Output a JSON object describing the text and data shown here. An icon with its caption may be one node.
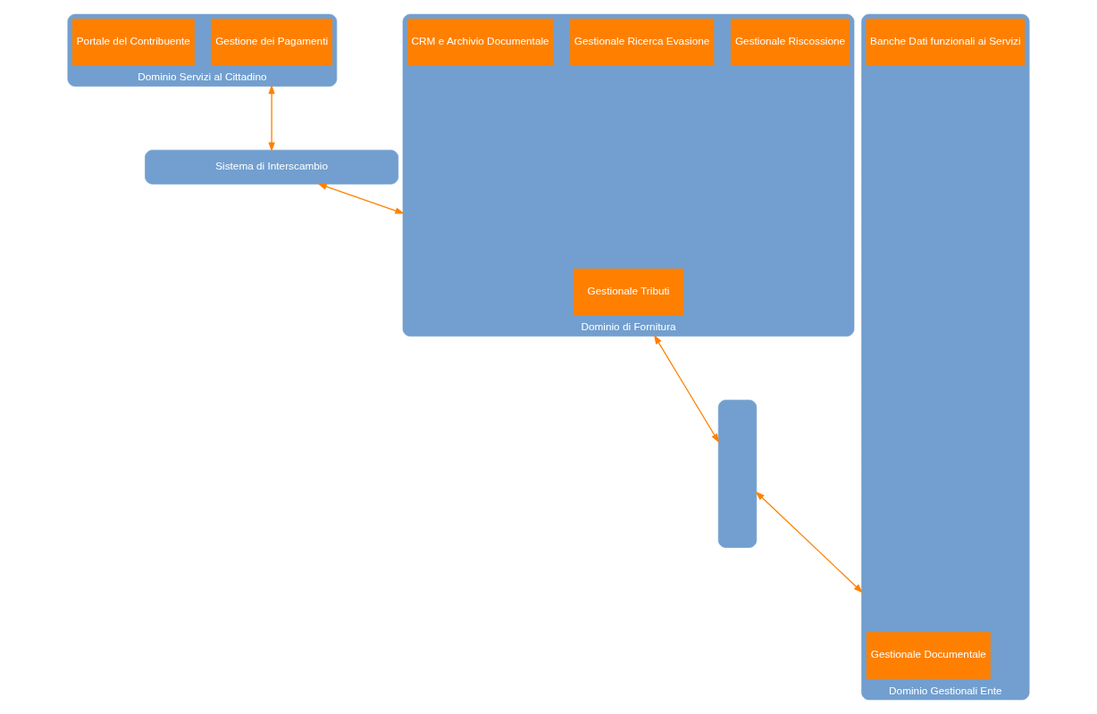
{
  "diagram": {
    "nodes": [
      {
        "text": [
          "Dominio Servizi al Cittadino"
        ]
      },
      {
        "text": [
          "Gestione dei Pagamenti"
        ],
        "in": 0
      },
      {
        "text": [
          "Portale del Contribuente"
        ],
        "in": 0
      },
      {
        "text": [
          "Sistema di Interscambio"
        ]
      },
      {
        "text": [],
        "shape": "bar"
      },
      {
        "text": [
          "Dominio di Fornitura"
        ]
      },
      {
        "text": [
          "Gestionale Tributi"
        ],
        "in": 5
      },
      {
        "text": [
          "Gestionale Riscossione"
        ],
        "in": 5
      },
      {
        "text": [
          "Gestionale Ricerca Evasione"
        ],
        "in": 5
      },
      {
        "text": [
          "CRM e Archivio Documentale"
        ],
        "in": 5
      },
      {
        "text": [
          "Dominio Gestionali Ente"
        ]
      },
      {
        "text": [
          "Gestionale Documentale"
        ],
        "in": 10
      },
      {
        "text": [
          "Banche Dati funzionali ai Servizi"
        ],
        "in": 10
      }
    ],
    "edges": [
      {
        "from": 0,
        "to": 3,
        "arrow": "both"
      },
      {
        "from": 3,
        "to": 5,
        "arrow": "both"
      },
      {
        "from": 5,
        "to": 4,
        "arrow": "both"
      },
      {
        "from": 4,
        "to": 10,
        "arrow": "both"
      }
    ]
  }
}
